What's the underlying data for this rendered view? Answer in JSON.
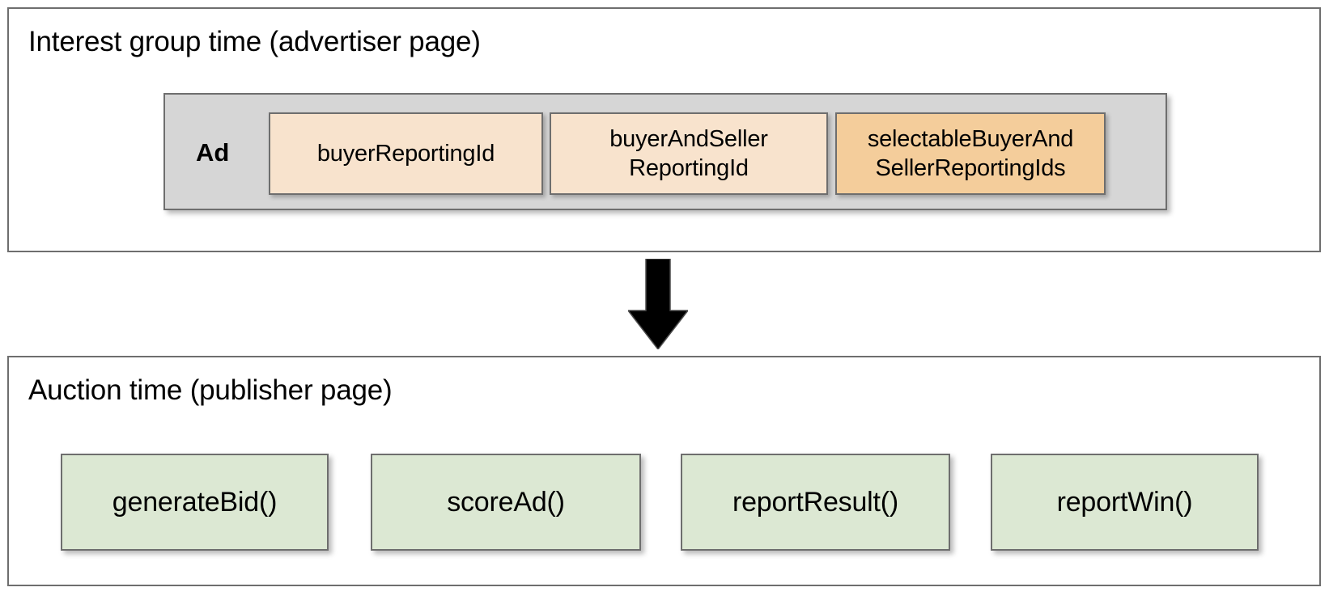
{
  "diagram": {
    "title_top": "Interest group time (advertiser page)",
    "title_bottom": "Auction time (publisher page)",
    "colors": {
      "box_border": "#6e6e6e",
      "ad_container_fill": "#d6d6d6",
      "reporting_light_fill": "#f8e3cd",
      "reporting_dark_fill": "#f4cd9b",
      "function_fill": "#dce8d3",
      "arrow_fill": "#000000",
      "page_background": "#ffffff"
    }
  },
  "advertiser_section": {
    "title": "Interest group time (advertiser page)",
    "ad_container": {
      "label": "Ad",
      "reporting_ids": [
        {
          "label": "buyerReportingId",
          "variant": "light"
        },
        {
          "label": "buyerAndSeller\nReportingId",
          "line1": "buyerAndSeller",
          "line2": "ReportingId",
          "variant": "light"
        },
        {
          "label": "selectableBuyerAnd\nSellerReportingIds",
          "line1": "selectableBuyerAnd",
          "line2": "SellerReportingIds",
          "variant": "dark"
        }
      ]
    }
  },
  "connector": {
    "icon": "down-arrow-icon",
    "direction": "down"
  },
  "publisher_section": {
    "title": "Auction time (publisher page)",
    "functions": [
      {
        "label": "generateBid()"
      },
      {
        "label": "scoreAd()"
      },
      {
        "label": "reportResult()"
      },
      {
        "label": "reportWin()"
      }
    ]
  }
}
